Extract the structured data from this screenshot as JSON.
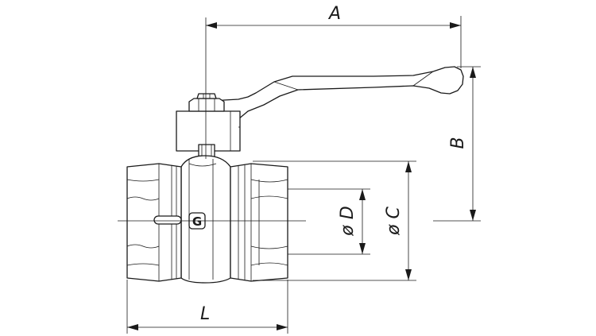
{
  "dimensions": {
    "A": "A",
    "B": "B",
    "C": "ø C",
    "D": "ø D",
    "L": "L"
  },
  "logo": "G"
}
